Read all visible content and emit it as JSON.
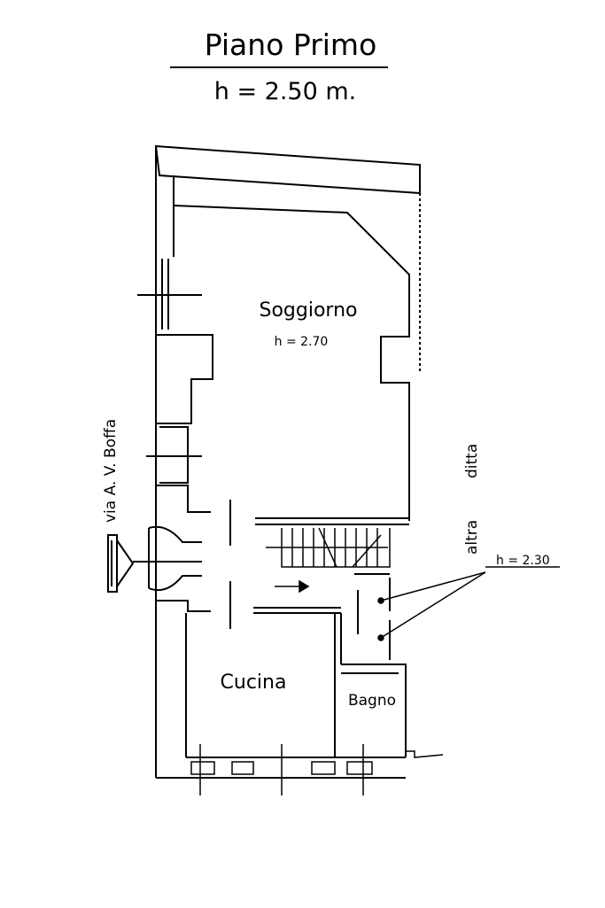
{
  "title": "Piano Primo",
  "height_label": "h = 2.50 m.",
  "rooms": {
    "soggiorno": "Soggiorno",
    "soggiorno_height": "h = 2.70",
    "cucina": "Cucina",
    "bagno": "Bagno"
  },
  "street": "via A. V. Boffa",
  "neighbor_line1": "ditta",
  "neighbor_line2": "altra",
  "annex_height": "h = 2.30",
  "icons": [
    "north-arrow-icon",
    "staircase-icon"
  ]
}
